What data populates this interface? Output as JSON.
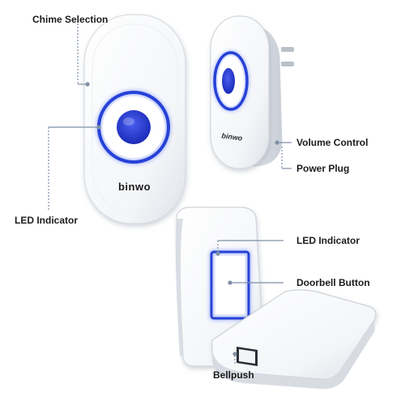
{
  "labels": {
    "chime_selection": "Chime Selection",
    "led_indicator_receiver": "LED Indicator",
    "volume_control": "Volume Control",
    "power_plug": "Power Plug",
    "led_indicator_button": "LED Indicator",
    "doorbell_button": "Doorbell Button",
    "bellpush": "Bellpush"
  },
  "brand": {
    "logo_text": "binwo"
  },
  "colors": {
    "device_body": "#fafbfc",
    "device_shadow": "#d4d8de",
    "led_blue": "#2742d6",
    "led_glow": "#7f95ff",
    "callout_line": "#7f90a6",
    "label_text": "#1b1b1b"
  }
}
